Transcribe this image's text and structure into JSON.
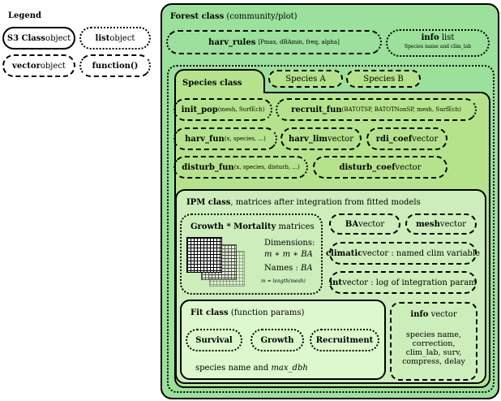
{
  "legend": {
    "title": "Legend",
    "s3_class": {
      "bold": "S3 Class",
      "rest": " object"
    },
    "list_obj": {
      "bold": "list",
      "rest": " object"
    },
    "vector_obj": {
      "bold": "vector",
      "rest": " object"
    },
    "function_obj": {
      "bold": "function()"
    }
  },
  "forest": {
    "title_bold": "Forest class",
    "title_rest": " (community/plot)",
    "harv_rules": {
      "bold": "harv_rules",
      "rest": "[Pmax, dBAmin, freq, alpha]"
    },
    "info": {
      "bold": "info",
      "rest": " list",
      "sub": "Species name and clim_lab"
    }
  },
  "species": {
    "title": "Species class",
    "tab_a": "Species A",
    "tab_b": "Species B",
    "init_pop": {
      "bold": "init_pop",
      "rest": "(mesh, SurfEch)"
    },
    "recruit_fun": {
      "bold": "recruit_fun",
      "rest": "(BATOTSP, BATOTNonSP, mesh, SurfEch)"
    },
    "harv_fun": {
      "bold": "harv_fun",
      "rest": "(x, species, ...)"
    },
    "harv_lim": {
      "bold": "harv_lim",
      "rest": " vector"
    },
    "rdi_coef": {
      "bold": "rdi_coef",
      "rest": " vector"
    },
    "disturb_fun": {
      "bold": "disturb_fun",
      "rest": "(x, species, disturb, ...)"
    },
    "disturb_coef": {
      "bold": "disturb_coef",
      "rest": " vector"
    }
  },
  "ipm": {
    "title_bold": "IPM class",
    "title_rest": ", matrices after integration from fitted models",
    "gm": {
      "bold": "Growth * Mortality",
      "rest": " matrices"
    },
    "dims_label": "Dimensions:",
    "dims_formula": "m ∗ m ∗ BA",
    "names_label": "Names : ",
    "names_value": "BA",
    "m_note": "m = length(mesh)",
    "ba": {
      "bold": "BA",
      "rest": " vector"
    },
    "mesh": {
      "bold": "mesh",
      "rest": " vector"
    },
    "climatic": {
      "bold": "climatic",
      "rest": " vector : named clim variable"
    },
    "int": {
      "bold": "int",
      "rest": " vector : log of integration param"
    }
  },
  "fit": {
    "title_bold": "Fit class",
    "title_rest": " (function params)",
    "survival": "Survival",
    "growth": "Growth",
    "recruitment": "Recruitment",
    "footer_text": "species name and ",
    "footer_math": "max_dbh",
    "info_bold": "info",
    "info_rest": " vector",
    "info_lines": [
      "species name,",
      "correction,",
      "clim_lab, surv,",
      "compress, delay"
    ]
  },
  "colors": {
    "forest_bg": "#9be09b",
    "species_bg": "#b5e38c",
    "ipm_bg": "#cdeebb",
    "fit_bg": "#dcf8cc"
  }
}
